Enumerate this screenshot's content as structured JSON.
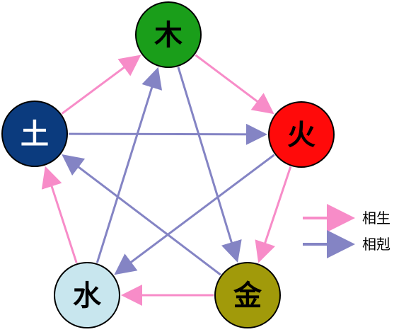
{
  "nodes": {
    "wood": {
      "label": "木",
      "fill": "#1a9e1a",
      "text_color": "#000000"
    },
    "fire": {
      "label": "火",
      "fill": "#ff0a0a",
      "text_color": "#000000"
    },
    "metal": {
      "label": "金",
      "fill": "#a19a0a",
      "text_color": "#000000"
    },
    "water": {
      "label": "水",
      "fill": "#c8e6ee",
      "text_color": "#000000"
    },
    "earth": {
      "label": "土",
      "fill": "#0b3b7e",
      "text_color": "#ffffff"
    }
  },
  "relations": {
    "generating": {
      "label": "相生",
      "color": "#f78cc8"
    },
    "overcoming": {
      "label": "相剋",
      "color": "#8484c4"
    }
  },
  "edges": [
    {
      "from": "wood",
      "to": "fire",
      "type": "generating"
    },
    {
      "from": "fire",
      "to": "metal",
      "type": "generating"
    },
    {
      "from": "metal",
      "to": "water",
      "type": "generating"
    },
    {
      "from": "water",
      "to": "earth",
      "type": "generating"
    },
    {
      "from": "earth",
      "to": "wood",
      "type": "generating"
    },
    {
      "from": "wood",
      "to": "metal",
      "type": "overcoming"
    },
    {
      "from": "metal",
      "to": "earth",
      "type": "overcoming"
    },
    {
      "from": "earth",
      "to": "fire",
      "type": "overcoming"
    },
    {
      "from": "fire",
      "to": "water",
      "type": "overcoming"
    },
    {
      "from": "water",
      "to": "wood",
      "type": "overcoming"
    }
  ]
}
